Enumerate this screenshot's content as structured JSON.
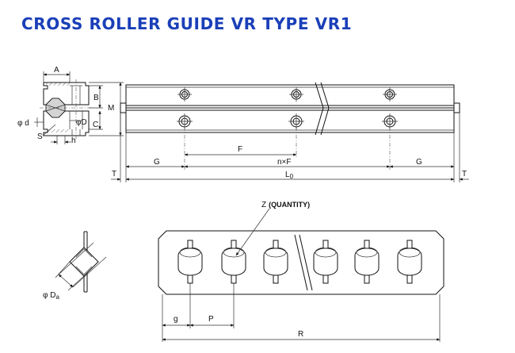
{
  "title": "CROSS ROLLER GUIDE VR TYPE VR1",
  "labels": {
    "A": "A",
    "B": "B",
    "M": "M",
    "C": "C",
    "d": "φ d",
    "D": "φD",
    "S": "S",
    "h": "h",
    "F": "F",
    "G_left": "G",
    "nF": "n×F",
    "G_right": "G",
    "T_left": "T",
    "L0": "L",
    "L0_sub": "0",
    "T_right": "T",
    "Z": "Z",
    "quantity": "(QUANTITY)",
    "Da": "φ D",
    "Da_sub": "a",
    "g": "g",
    "P": "P",
    "R": "R"
  }
}
